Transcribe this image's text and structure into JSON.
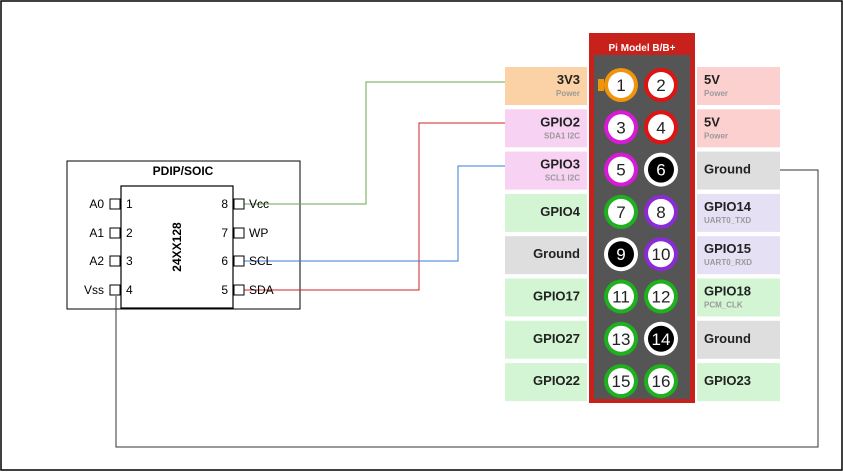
{
  "chip": {
    "package_label": "PDIP/SOIC",
    "part_number": "24XX128",
    "left_pins": [
      {
        "name": "A0",
        "number": "1"
      },
      {
        "name": "A1",
        "number": "2"
      },
      {
        "name": "A2",
        "number": "3"
      },
      {
        "name": "Vss",
        "number": "4"
      }
    ],
    "right_pins": [
      {
        "name": "Vcc",
        "number": "8"
      },
      {
        "name": "WP",
        "number": "7"
      },
      {
        "name": "SCL",
        "number": "6"
      },
      {
        "name": "SDA",
        "number": "5"
      }
    ]
  },
  "header": {
    "title": "Pi Model B/B+",
    "pins": [
      {
        "num": "1",
        "side": "left",
        "name": "3V3",
        "sub": "Power",
        "bg": "#fbd2a6",
        "ring": "#f0940a",
        "fill": "#ffffff",
        "text": "#222222"
      },
      {
        "num": "2",
        "side": "right",
        "name": "5V",
        "sub": "Power",
        "bg": "#fdd0d0",
        "ring": "#e01313",
        "fill": "#ffffff",
        "text": "#222222"
      },
      {
        "num": "3",
        "side": "left",
        "name": "GPIO2",
        "sub": "SDA1 I2C",
        "bg": "#f7d2f2",
        "ring": "#d81ad8",
        "fill": "#ffffff",
        "text": "#222222"
      },
      {
        "num": "4",
        "side": "right",
        "name": "5V",
        "sub": "Power",
        "bg": "#fdd0d0",
        "ring": "#e01313",
        "fill": "#ffffff",
        "text": "#222222"
      },
      {
        "num": "5",
        "side": "left",
        "name": "GPIO3",
        "sub": "SCL1 I2C",
        "bg": "#f7d2f2",
        "ring": "#d81ad8",
        "fill": "#ffffff",
        "text": "#222222"
      },
      {
        "num": "6",
        "side": "right",
        "name": "Ground",
        "sub": "",
        "bg": "#dedede",
        "ring": "#ffffff",
        "fill": "#000000",
        "text": "#ffffff"
      },
      {
        "num": "7",
        "side": "left",
        "name": "GPIO4",
        "sub": "",
        "bg": "#d3f5d3",
        "ring": "#1eb01e",
        "fill": "#ffffff",
        "text": "#222222"
      },
      {
        "num": "8",
        "side": "right",
        "name": "GPIO14",
        "sub": "UART0_TXD",
        "bg": "#e6e0f5",
        "ring": "#8a2bd6",
        "fill": "#ffffff",
        "text": "#222222"
      },
      {
        "num": "9",
        "side": "left",
        "name": "Ground",
        "sub": "",
        "bg": "#dedede",
        "ring": "#ffffff",
        "fill": "#000000",
        "text": "#ffffff"
      },
      {
        "num": "10",
        "side": "right",
        "name": "GPIO15",
        "sub": "UART0_RXD",
        "bg": "#e6e0f5",
        "ring": "#8a2bd6",
        "fill": "#ffffff",
        "text": "#222222"
      },
      {
        "num": "11",
        "side": "left",
        "name": "GPIO17",
        "sub": "",
        "bg": "#d3f5d3",
        "ring": "#1eb01e",
        "fill": "#ffffff",
        "text": "#222222"
      },
      {
        "num": "12",
        "side": "right",
        "name": "GPIO18",
        "sub": "PCM_CLK",
        "bg": "#d3f5d3",
        "ring": "#1eb01e",
        "fill": "#ffffff",
        "text": "#222222"
      },
      {
        "num": "13",
        "side": "left",
        "name": "GPIO27",
        "sub": "",
        "bg": "#d3f5d3",
        "ring": "#1eb01e",
        "fill": "#ffffff",
        "text": "#222222"
      },
      {
        "num": "14",
        "side": "right",
        "name": "Ground",
        "sub": "",
        "bg": "#dedede",
        "ring": "#ffffff",
        "fill": "#000000",
        "text": "#ffffff"
      },
      {
        "num": "15",
        "side": "left",
        "name": "GPIO22",
        "sub": "",
        "bg": "#d3f5d3",
        "ring": "#1eb01e",
        "fill": "#ffffff",
        "text": "#222222"
      },
      {
        "num": "16",
        "side": "right",
        "name": "GPIO23",
        "sub": "",
        "bg": "#d3f5d3",
        "ring": "#1eb01e",
        "fill": "#ffffff",
        "text": "#222222"
      }
    ]
  },
  "wires": [
    {
      "from": "Vcc",
      "to": "3V3",
      "color": "#6aa84f"
    },
    {
      "from": "SDA",
      "to": "GPIO2",
      "color": "#d62020"
    },
    {
      "from": "SCL",
      "to": "GPIO3",
      "color": "#3c78d8"
    },
    {
      "from": "Vss",
      "to": "Ground",
      "color": "#333333"
    }
  ]
}
